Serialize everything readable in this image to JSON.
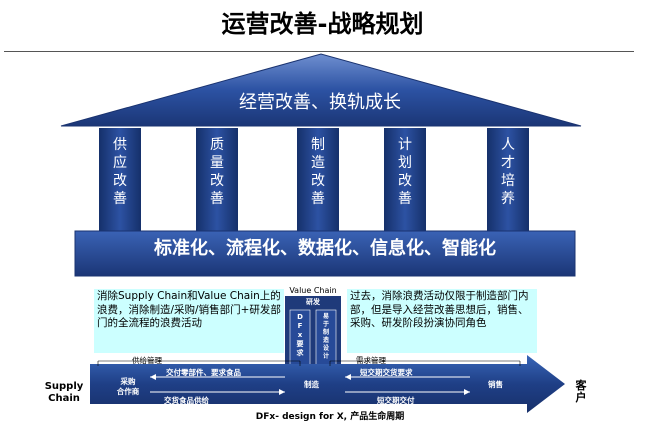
{
  "title": "运营改善-战略规划",
  "roof": {
    "label": "经营改善、换轨成长"
  },
  "pillars": [
    {
      "chars": [
        "供",
        "应",
        "改",
        "善"
      ]
    },
    {
      "chars": [
        "质",
        "量",
        "改",
        "善"
      ]
    },
    {
      "chars": [
        "制",
        "造",
        "改",
        "善"
      ]
    },
    {
      "chars": [
        "计",
        "划",
        "改",
        "善"
      ]
    },
    {
      "chars": [
        "人",
        "才",
        "培",
        "养"
      ]
    }
  ],
  "base": {
    "label": "标准化、流程化、数据化、信息化、智能化"
  },
  "note_left": "消除Supply Chain和Value Chain上的浪费，消除制造/采购/销售部门+研发部门的全流程的浪费活动",
  "note_right": "过去，消除浪费活动仅限于制造部门内部，但是导入经营改善思想后，销售、采购、研发阶段扮演协同角色",
  "value_chain": {
    "label": "Value Chain",
    "top_text": "研发",
    "left_vertical": [
      "D",
      "F",
      "x",
      "要",
      "求"
    ],
    "right_vertical": [
      "易",
      "于",
      "制",
      "造",
      "设",
      "计"
    ]
  },
  "supply_chain_label": [
    "Supply",
    "Chain"
  ],
  "customer_label": [
    "客",
    "户"
  ],
  "process": {
    "supply_mgmt": "供给管理",
    "demand_mgmt": "需求管理",
    "purchase": [
      "采购",
      "合作商"
    ],
    "manufacture": "制造",
    "sales": "销售",
    "left_top": "交付零部件、要求食品",
    "left_bottom": "交货食品供给",
    "right_top": "短交期交货要求",
    "right_bottom": "短交期交付"
  },
  "dfx_caption": "DFx- design for X, 产品生命周期",
  "colors": {
    "dark_blue": "#1f3a7a",
    "roof_blue": "#2e55a0",
    "pillar_blue": "#213f86",
    "note_bg": "#ccffff"
  }
}
